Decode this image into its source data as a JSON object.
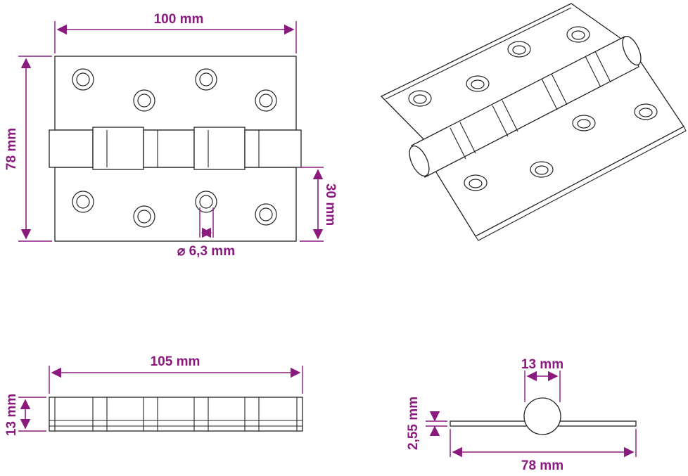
{
  "colors": {
    "dimension": "#8a1a7e",
    "line": "#222222",
    "background": "#ffffff"
  },
  "labels": {
    "width_top": "100 mm",
    "height_left": "78 mm",
    "leaf_height": "30 mm",
    "hole_diameter": "⌀ 6,3 mm",
    "length_bottom": "105 mm",
    "knuckle_height": "13 mm",
    "barrel_diameter": "13 mm",
    "thickness": "2,55 mm",
    "open_width": "78 mm"
  }
}
